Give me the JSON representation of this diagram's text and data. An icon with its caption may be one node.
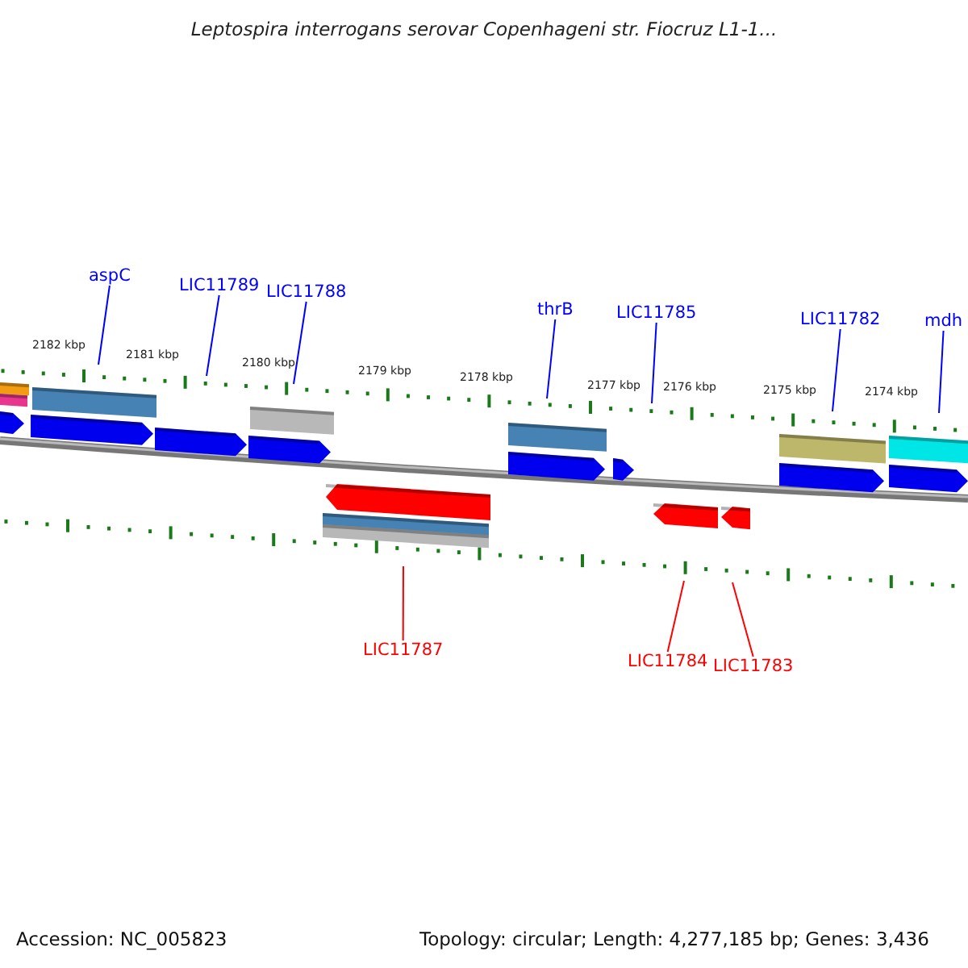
{
  "diagram": {
    "title": "Leptospira interrogans serovar Copenhageni str. Fiocruz L1-1...",
    "nodes": [
      {
        "text": [
          "aspC"
        ]
      },
      {
        "text": [
          "LIC11789"
        ]
      },
      {
        "text": [
          "LIC11788"
        ]
      },
      {
        "text": [
          "thrB"
        ]
      },
      {
        "text": [
          "LIC11785"
        ]
      },
      {
        "text": [
          "LIC11782"
        ]
      },
      {
        "text": [
          "mdh"
        ]
      },
      {
        "text": [
          "LIC11787"
        ]
      },
      {
        "text": [
          "LIC11784"
        ]
      },
      {
        "text": [
          "LIC11783"
        ]
      }
    ],
    "edges": [
      {
        "from": 0,
        "to": null,
        "arrow": "none"
      },
      {
        "from": 1,
        "to": null,
        "arrow": "none"
      },
      {
        "from": 2,
        "to": null,
        "arrow": "none"
      },
      {
        "from": 3,
        "to": null,
        "arrow": "none"
      },
      {
        "from": 4,
        "to": null,
        "arrow": "none"
      },
      {
        "from": 5,
        "to": null,
        "arrow": "none"
      },
      {
        "from": 6,
        "to": null,
        "arrow": "none"
      },
      {
        "from": 7,
        "to": null,
        "arrow": "none",
        "color": "#ff0000"
      },
      {
        "from": 8,
        "to": null,
        "arrow": "none",
        "color": "#ff0000"
      },
      {
        "from": 9,
        "to": null,
        "arrow": "none",
        "color": "#ff0000"
      }
    ],
    "labels": [
      "2182 kbp",
      "2181 kbp",
      "2180 kbp",
      "2179 kbp",
      "2178 kbp",
      "2177 kbp",
      "2176 kbp",
      "2175 kbp",
      "2174 kbp",
      "Accession: NC_005823",
      "Topology: circular; Length: 4,277,185 bp; Genes: 3,436"
    ]
  }
}
